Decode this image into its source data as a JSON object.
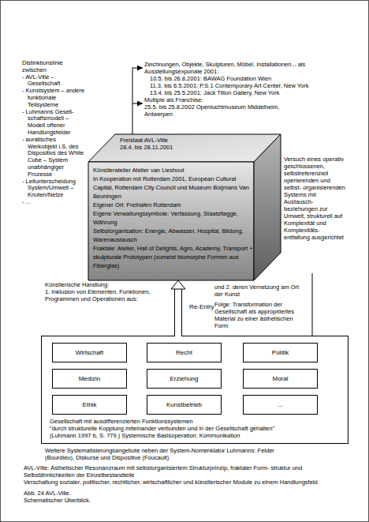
{
  "diagram": {
    "caption": "Abb. 24 AVL-Ville. Schematischer Überblick.",
    "nodes": [
      {
        "text": [
          "Freistaat AVL-Ville",
          "28.4. bis 28.11.2001",
          "Künstleratelier Atelier van Lieshout",
          "In Kooperation mit Rotterdam 2001, European Cultural Capital, Rotterdam City Council und Museum Boijmans Van Beuningen",
          "Eigener Ort: Freihafen Rotterdam",
          "Eigene Verwaltungssymbole: Verfassung, Staatsflagge, Währung",
          "Selbstorganisation: Energie, Abwasser, Hospital, Bildung, Warenaustausch",
          "Fraktale: Atelier, Hall of Delights, Agro, Academy, Transport + skulpturale Prototypen (zumeist biomorphe Formen aus Fiberglas)"
        ]
      },
      {
        "text": [
          "Gesellschaft mit ausdifferenzierten Funktionssystemen",
          "\"durch strukturelle Kopplung miteinander verbunden und in der Gesellschaft gehalten\"",
          "(Luhmann 1997 b, S. 779.) Systemische Basisoperation: Kommunikation"
        ]
      },
      {
        "text": [
          "Wirtschaft"
        ],
        "in": 1
      },
      {
        "text": [
          "Recht"
        ],
        "in": 1
      },
      {
        "text": [
          "Politik"
        ],
        "in": 1
      },
      {
        "text": [
          "Medizin"
        ],
        "in": 1
      },
      {
        "text": [
          "Erziehung"
        ],
        "in": 1
      },
      {
        "text": [
          "Moral"
        ],
        "in": 1
      },
      {
        "text": [
          "Ethik"
        ],
        "in": 1
      },
      {
        "text": [
          "Kunstbetrieb"
        ],
        "in": 1
      },
      {
        "text": [
          "..."
        ],
        "in": 1
      }
    ],
    "edges": [
      {
        "from": 1,
        "to": 0,
        "arrow": "to",
        "label": "Re-Entry"
      }
    ],
    "labels": [
      "Distinktionslinie zwischen",
      "- AVL-Ville – Gesellschaft",
      "- Kunstsystem – andere funktionale Teilsysteme",
      "- Luhmanns Gesell- schaftsmodell – Modell offener Handlungsfelder",
      "- auratisches Werkobjekt i.S. des Dispositivs des White Cube – System unabhängiger Prozesse",
      "- Leitunterscheidung System/Umwelt – Knoten/Netze",
      "- ...",
      "Zeichnungen, Objekte, Skulpturen, Möbel, Installationen... als Ausstellungsexponate 2001:",
      "10.5. bis 26.8.2001: BAWAG Foundation Wien",
      "11.3. bis 6.5.2001: P.S.1 Contemporary Art Center, New York",
      "13.4. bis 25.5.2001: Jack Tilton Gallery, New York",
      "Multiple als Franchise:",
      "25.5. bis 25.8.2002 Openluchtmuseum Middelheim, Antwerpen",
      "Versuch eines operativ geschlossenen, selbstreferenziell operierenden und selbst- organisierenden Systems mit Austausch- beziehungen zur Umwelt, strukturell auf Komplexität und Komplexitäts- entfaltung ausgerichtet",
      "Künstlerische Handlung:",
      "1. Inklusion von Elementen, Funktionen, Programmen und Operationen aus:",
      "und 2. deren Vernetzung am Ort der Kunst",
      "Folge: Transformation der Gesellschaft als appropriiertes Material zu einer ästhetischen Form",
      "Weitere Systematisierungsangebote neben der System-Nomenklatur Luhmanns: Felder (Bourdieu), Diskurse und Dispositive (Foucault)",
      "AVL-Ville: Ästhetischer Resonanzraum mit selbstorganisiertem Strukturprinzip, fraktaler Form- struktur und Selbstähnlichkeiten der Einzelbestandteile",
      "Verschaltung sozialer, politischer, rechtlicher, wirtschaftlicher und künstlerischer Module zu einem Handlungsfeld"
    ]
  }
}
